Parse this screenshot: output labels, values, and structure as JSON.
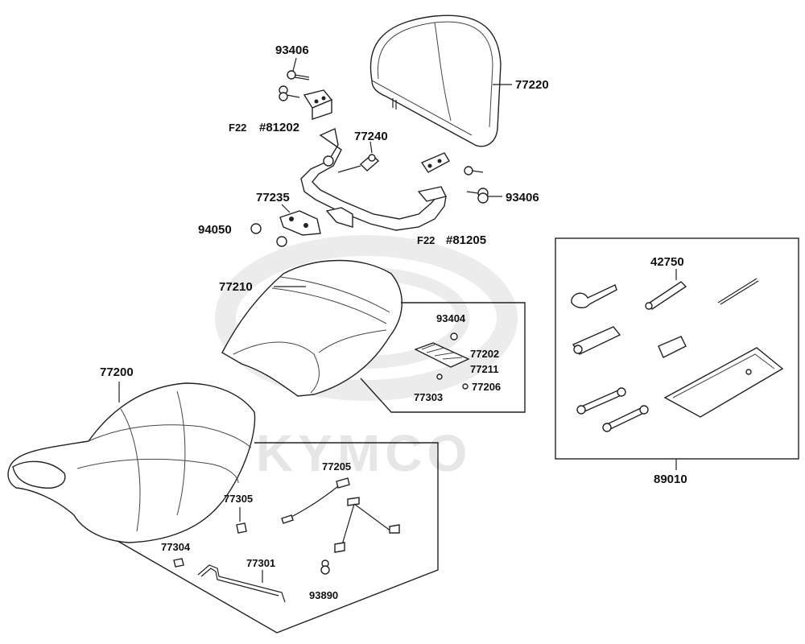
{
  "watermark": {
    "brand_text": "KYMCO"
  },
  "labels": {
    "p93406_top": "93406",
    "p77220": "77220",
    "f22_a": "F22",
    "p81202": "#81202",
    "p77240": "77240",
    "p77235": "77235",
    "p93406_right": "93406",
    "p94050": "94050",
    "f22_b": "F22",
    "p81205": "#81205",
    "p77210": "77210",
    "p93404": "93404",
    "p77202": "77202",
    "p77211": "77211",
    "p77303": "77303",
    "p77206": "77206",
    "p77200": "77200",
    "p77205": "77205",
    "p77305": "77305",
    "p77304": "77304",
    "p77301": "77301",
    "p93890": "93890",
    "p42750": "42750",
    "p89010": "89010"
  }
}
